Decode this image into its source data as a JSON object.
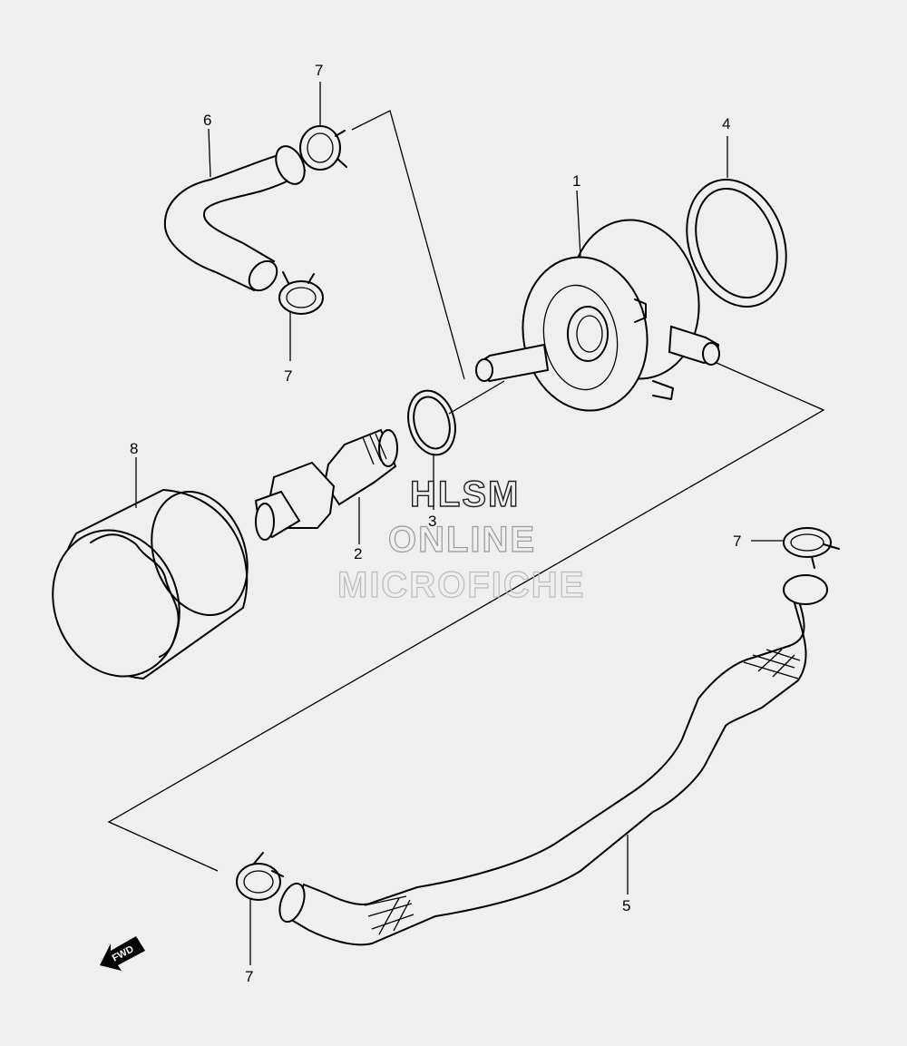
{
  "callouts": {
    "oil_cooler": "1",
    "union_bolt": "2",
    "o_ring_small": "3",
    "o_ring_large": "4",
    "hose_lower": "5",
    "hose_upper": "6",
    "clamp_top": "7",
    "clamp_mid": "7",
    "clamp_right": "7",
    "clamp_bottom": "7",
    "oil_filter": "8"
  },
  "watermark": {
    "line1": "HLSM",
    "line2": "ONLINE",
    "line3": "MICROFICHE"
  },
  "fwd_label": "FWD"
}
